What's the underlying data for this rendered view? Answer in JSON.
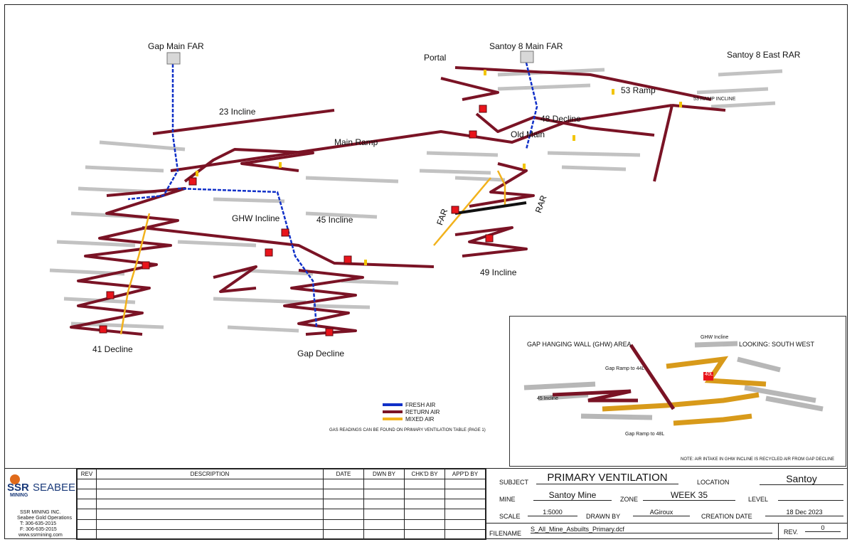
{
  "map_labels": {
    "gap_main_far": "Gap Main FAR",
    "santoy8_main_far": "Santoy 8 Main FAR",
    "santoy8_east_rar": "Santoy 8 East RAR",
    "portal": "Portal",
    "incline_23": "23 Incline",
    "ramp_53": "53 Ramp",
    "decline_48": "48 Decline",
    "old_main": "Old Main",
    "main_ramp": "Main Ramp",
    "ghw_incline": "GHW Incline",
    "incline_45": "45 Incline",
    "far": "FAR",
    "rar": "RAR",
    "incline_49": "49 Incline",
    "decline_41": "41 Decline",
    "gap_decline": "Gap Decline",
    "ramp_53_incline": "53 RAMP INCLINE"
  },
  "legend": {
    "fresh_air": "FRESH AIR",
    "return_air": "RETURN AIR",
    "mixed_air": "MIXED AIR",
    "note": "GAS READINGS CAN BE FOUND ON PRIMARY VENTILATION TABLE (PAGE 1)"
  },
  "colors": {
    "fresh": "#1030c8",
    "return": "#7a1325",
    "mixed": "#f2b21c",
    "waste": "#8a8a8a",
    "regulator": "#e8141b"
  },
  "inset": {
    "title": "GAP HANGING WALL (GHW) AREA",
    "looking": "LOOKING: SOUTH WEST",
    "ghw_incline": "GHW Incline",
    "gap_ramp_44": "Gap Ramp to 44L",
    "incline_45": "45 Incline",
    "gap_ramp_48": "Gap Ramp to 48L",
    "level_40": "40L",
    "note": "NOTE: AIR INTAKE IN GHW INCLINE IS RECYCLED AIR FROM GAP DECLINE"
  },
  "titleblock": {
    "company_line1": "SSR",
    "company_line2": "SEABEE",
    "company_sub": "MINING",
    "address1": "SSR MINING INC.",
    "address2": "Seabee Gold Operations",
    "phone1": "T: 306-635-2015",
    "phone2": "F: 306-635-2015",
    "website": "www.ssrmining.com",
    "rev_headers": [
      "REV",
      "DESCRIPTION",
      "DATE",
      "DWN BY",
      "CHK'D BY",
      "APP'D BY"
    ],
    "subject_label": "SUBJECT",
    "subject": "PRIMARY VENTILATION",
    "location_label": "LOCATION",
    "location": "Santoy",
    "mine_label": "MINE",
    "mine": "Santoy Mine",
    "zone_label": "ZONE",
    "zone": "WEEK 35",
    "level_label": "LEVEL",
    "level": "",
    "scale_label": "SCALE",
    "scale": "1:5000",
    "drawn_by_label": "DRAWN BY",
    "drawn_by": "AGiroux",
    "creation_date_label": "CREATION DATE",
    "creation_date": "18 Dec 2023",
    "filename_label": "FILENAME",
    "filename": "S_All_Mine_Asbuilts_Primary.dcf",
    "rev_label": "REV.",
    "rev": "0"
  }
}
